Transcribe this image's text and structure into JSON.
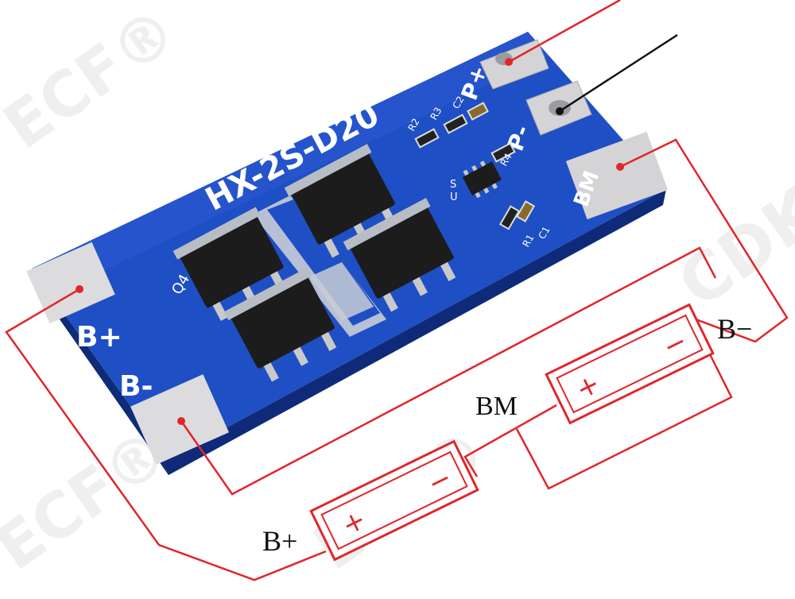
{
  "watermark": {
    "text": "ECF®",
    "logo": "CDK"
  },
  "board": {
    "model_label": "HX-2S-D20",
    "pad_labels": {
      "p_plus": "P+",
      "p_minus": "P-",
      "bm": "BM",
      "b_plus": "B+",
      "b_minus": "B-"
    },
    "component_labels": {
      "r1": "R1",
      "r2": "R2",
      "r3": "R3",
      "r4": "R4",
      "c1": "C1",
      "c2": "C2",
      "u": "U",
      "s": "S",
      "q4": "Q4"
    },
    "colors": {
      "pcb": "#1f4fc4",
      "pcb_dark": "#173a9a",
      "pad": "#d8d8d8",
      "chip": "#1c1c1c"
    }
  },
  "cells": [
    {
      "plus_sign": "+",
      "minus_sign": "−"
    },
    {
      "plus_sign": "+",
      "minus_sign": "−"
    }
  ],
  "labels": {
    "b_plus": "B+",
    "b_minus": "B−",
    "bm": "BM"
  },
  "wire_colors": {
    "red": "#e0262b",
    "black": "#111111"
  }
}
